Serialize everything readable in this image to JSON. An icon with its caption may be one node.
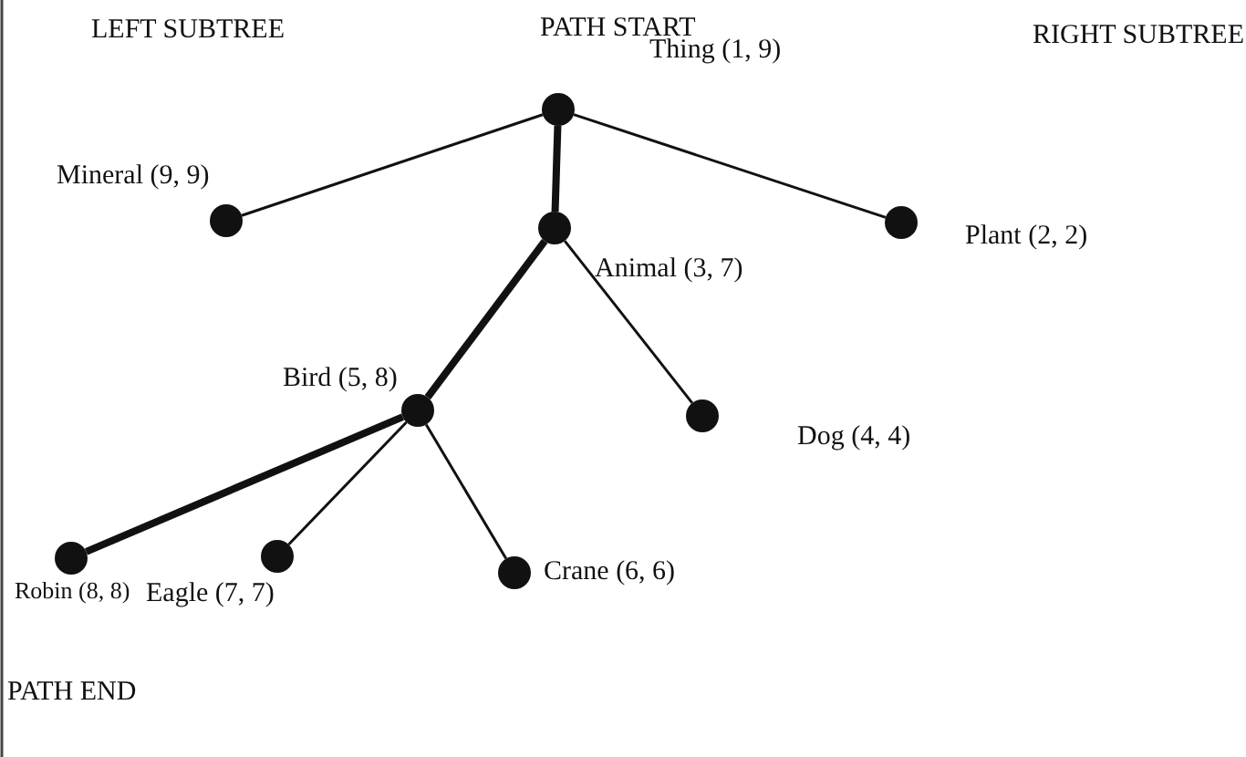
{
  "diagram": {
    "nodes": [
      {
        "text": [],
        "shape": "circle",
        "beside": [
          "Thing (1, 9)"
        ]
      },
      {
        "text": [],
        "shape": "circle",
        "beside": [
          "Mineral (9, 9)"
        ]
      },
      {
        "text": [],
        "shape": "circle",
        "beside": [
          "Animal (3, 7)"
        ]
      },
      {
        "text": [],
        "shape": "circle",
        "beside": [
          "Plant (2, 2)"
        ]
      },
      {
        "text": [],
        "shape": "circle",
        "beside": [
          "Bird (5, 8)"
        ]
      },
      {
        "text": [],
        "shape": "circle",
        "beside": [
          "Dog (4, 4)"
        ]
      },
      {
        "text": [],
        "shape": "circle",
        "beside": [
          "Robin (8, 8)"
        ]
      },
      {
        "text": [],
        "shape": "circle",
        "beside": [
          "Eagle (7, 7)"
        ]
      },
      {
        "text": [],
        "shape": "circle",
        "beside": [
          "Crane (6, 6)"
        ]
      }
    ],
    "edges": [
      {
        "from": 0,
        "to": 1,
        "arrow": "none"
      },
      {
        "from": 0,
        "to": 2,
        "arrow": "none",
        "style": "thick"
      },
      {
        "from": 0,
        "to": 3,
        "arrow": "none"
      },
      {
        "from": 2,
        "to": 4,
        "arrow": "none",
        "style": "thick"
      },
      {
        "from": 2,
        "to": 5,
        "arrow": "none"
      },
      {
        "from": 4,
        "to": 6,
        "arrow": "none",
        "style": "thick"
      },
      {
        "from": 4,
        "to": 7,
        "arrow": "none"
      },
      {
        "from": 4,
        "to": 8,
        "arrow": "none"
      }
    ],
    "labels": [
      "LEFT SUBTREE",
      "PATH START",
      "RIGHT SUBTREE",
      "PATH END"
    ]
  }
}
